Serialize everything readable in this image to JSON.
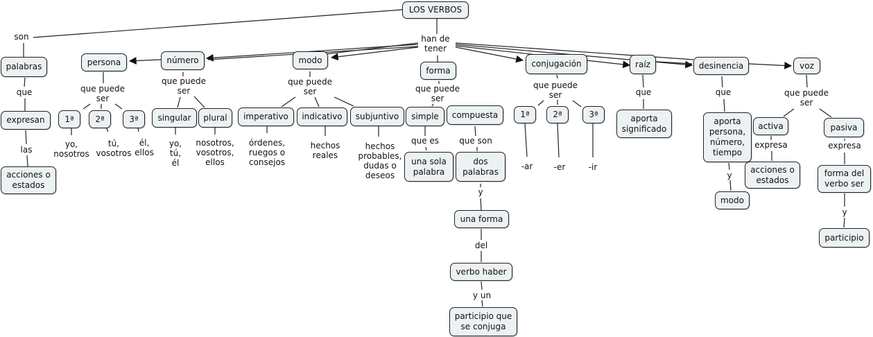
{
  "diagram": {
    "type": "concept-map",
    "title": "LOS VERBOS",
    "colors": {
      "node_fill": "#ecf1f4",
      "node_border": "#222222",
      "line": "#222222",
      "background": "#ffffff"
    },
    "nodes": {
      "root": "LOS VERBOS",
      "palabras": "palabras",
      "expresan": "expresan",
      "acciones_estados_1": "acciones o\nestados",
      "persona": "persona",
      "persona_1": "1ª",
      "persona_2": "2ª",
      "persona_3": "3ª",
      "numero": "número",
      "singular": "singular",
      "plural": "plural",
      "modo": "modo",
      "imperativo": "imperativo",
      "indicativo": "indicativo",
      "subjuntivo": "subjuntivo",
      "forma": "forma",
      "simple": "simple",
      "compuesta": "compuesta",
      "una_sola_palabra": "una sola\npalabra",
      "dos_palabras": "dos\npalabras",
      "una_forma": "una forma",
      "verbo_haber": "verbo haber",
      "participio_conjuga": "participio que\nse conjuga",
      "conjugacion": "conjugación",
      "conj_1": "1ª",
      "conj_2": "2ª",
      "conj_3": "3ª",
      "raiz": "raíz",
      "aporta_significado": "aporta\nsignificado",
      "desinencia": "desinencia",
      "aporta_persona": "aporta\npersona,\nnúmero,\ntiempo",
      "modo_2": "modo",
      "voz": "voz",
      "activa": "activa",
      "acciones_estados_2": "acciones o\nestados",
      "pasiva": "pasiva",
      "forma_verbo_ser": "forma del\nverbo ser",
      "participio": "participio"
    },
    "link_labels": {
      "son": "son",
      "han_de_tener": "han de\ntener",
      "que_1": "que",
      "las": "las",
      "que_puede_ser_persona": "que puede\nser",
      "yo_nosotros": "yo,\nnosotros",
      "tu_vosotros": "tú,\nvosotros",
      "el_ellos": "él,\nellos",
      "que_puede_ser_numero": "que puede\nser",
      "yo_tu_el": "yo,\ntú,\nél",
      "nosotros_vosotros_ellos": "nosotros,\nvosotros,\nellos",
      "que_puede_ser_modo": "que puede\nser",
      "ordenes": "órdenes,\nruegos o\nconsejos",
      "hechos_reales": "hechos\nreales",
      "hechos_probables": "hechos\nprobables,\ndudas o\ndeseos",
      "que_puede_ser_forma": "que puede\nser",
      "que_es": "que es",
      "que_son": "que son",
      "y_1": "y",
      "del": "del",
      "y_un": "y un",
      "que_puede_ser_conj": "que puede\nser",
      "ar": "-ar",
      "er": "-er",
      "ir": "-ir",
      "que_raiz": "que",
      "que_desinencia": "que",
      "y_2": "y",
      "que_puede_ser_voz": "que puede\nser",
      "expresa_1": "expresa",
      "expresa_2": "expresa",
      "y_3": "y"
    }
  }
}
